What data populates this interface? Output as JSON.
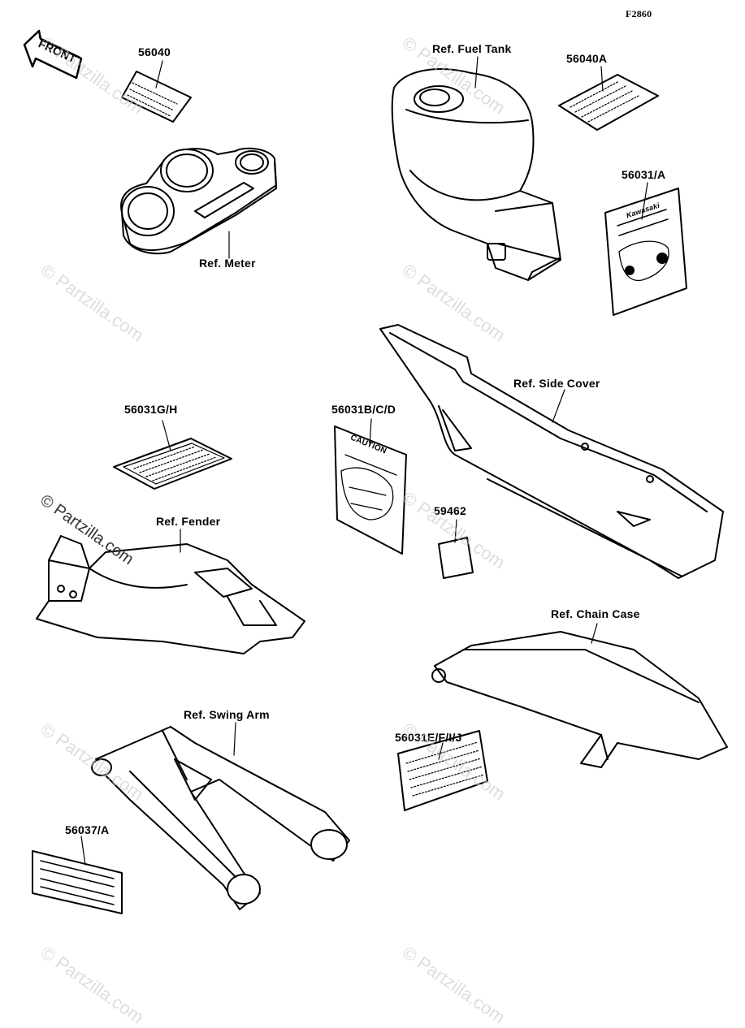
{
  "figure_code": "F2860",
  "front_label": "FRONT",
  "watermark": "© Partzilla.com",
  "watermark_main": "© Partzilla.com",
  "labels": {
    "p56040": "56040",
    "p56040A": "56040A",
    "ref_fuel_tank": "Ref. Fuel Tank",
    "p56031_A": "56031/A",
    "ref_meter": "Ref. Meter",
    "p56031G_H": "56031G/H",
    "p56031B_C_D": "56031B/C/D",
    "ref_side_cover": "Ref. Side Cover",
    "ref_fender": "Ref. Fender",
    "p59462": "59462",
    "ref_chain_case": "Ref. Chain Case",
    "ref_swing_arm": "Ref. Swing Arm",
    "p56031E_F_I_J": "56031E/F/I/J",
    "p56037_A": "56037/A"
  },
  "caution_text": "CAUTION",
  "kawasaki_text": "Kawasaki"
}
